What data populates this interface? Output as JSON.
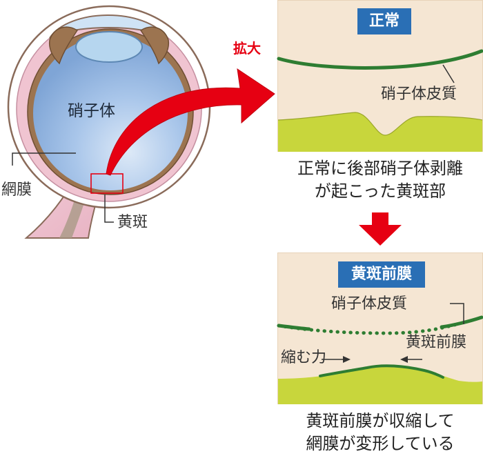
{
  "eye": {
    "vitreous_label": "硝子体",
    "retina_label": "網膜",
    "macula_label": "黄斑"
  },
  "zoom_label": "拡大",
  "normal": {
    "badge": "正常",
    "cortex_label": "硝子体皮質",
    "caption": [
      "正常に後部硝子体剥離",
      "が起こった黄斑部"
    ]
  },
  "erm": {
    "badge": "黄斑前膜",
    "cortex_label": "硝子体皮質",
    "force_label": "縮む力",
    "membrane_label": "黄斑前膜",
    "caption": [
      "黄斑前膜が収縮して",
      "網膜が変形している"
    ]
  },
  "colors": {
    "panel": "#f5e6d3",
    "badge": "#2a6fb5",
    "retina": "#c8d63c",
    "membrane": "#2e7d32",
    "arrow": "#e60012",
    "vitreous": "#8fb5e3"
  }
}
